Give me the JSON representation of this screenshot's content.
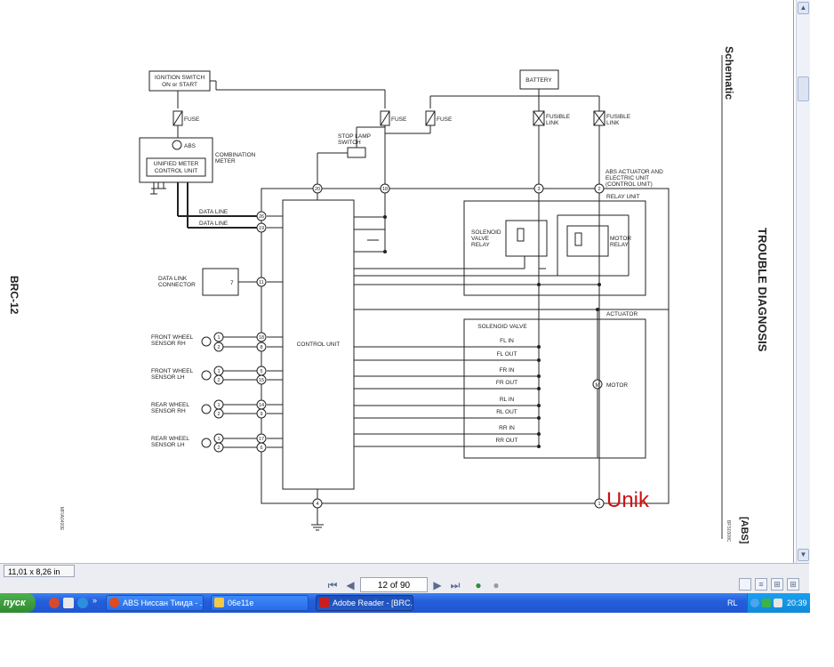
{
  "document": {
    "page_label": "BRC-12",
    "header_right": "Schematic",
    "section_title": "TROUBLE DIAGNOSIS",
    "section_tag": "[ABS]",
    "figure_id": "MFIA0400E",
    "figure_id_right": "BFS0308C",
    "watermark": "Unik"
  },
  "schematic": {
    "ignition_switch": [
      "IGNITION SWITCH",
      "ON or START"
    ],
    "battery": "BATTERY",
    "fuse": "FUSE",
    "fusible_link": [
      "FUSIBLE",
      "LINK"
    ],
    "abs": "ABS",
    "combination_meter": [
      "COMBINATION",
      "METER"
    ],
    "unified_meter": [
      "UNIFIED METER",
      "CONTROL UNIT"
    ],
    "stop_lamp_switch": [
      "STOP LAMP",
      "SWITCH"
    ],
    "abs_actuator": [
      "ABS ACTUATOR AND",
      "ELECTRIC UNIT",
      "(CONTROL UNIT)"
    ],
    "relay_unit": "RELAY UNIT",
    "solenoid_valve_relay": [
      "SOLENOID",
      "VALVE",
      "RELAY"
    ],
    "motor_relay": [
      "MOTOR",
      "RELAY"
    ],
    "data_line": "DATA LINE",
    "data_link_connector": [
      "DATA LINK",
      "CONNECTOR"
    ],
    "dlc_pin": "7",
    "control_unit": "CONTROL UNIT",
    "actuator": "ACTUATOR",
    "solenoid_valve": "SOLENOID VALVE",
    "valves": [
      "FL IN",
      "FL OUT",
      "FR IN",
      "FR OUT",
      "RL IN",
      "RL OUT",
      "RR IN",
      "RR OUT"
    ],
    "motor": "MOTOR",
    "motor_symbol": "M",
    "sensors": [
      {
        "label": [
          "FRONT WHEEL",
          "SENSOR RH"
        ],
        "pins": [
          "1",
          "2"
        ],
        "terms": [
          "18",
          "8"
        ]
      },
      {
        "label": [
          "FRONT WHEEL",
          "SENSOR LH"
        ],
        "pins": [
          "1",
          "2"
        ],
        "terms": [
          "5",
          "15"
        ]
      },
      {
        "label": [
          "REAR WHEEL",
          "SENSOR RH"
        ],
        "pins": [
          "1",
          "2"
        ],
        "terms": [
          "14",
          "9"
        ]
      },
      {
        "label": [
          "REAR WHEEL",
          "SENSOR LH"
        ],
        "pins": [
          "1",
          "2"
        ],
        "terms": [
          "17",
          "6"
        ]
      }
    ],
    "terminals": {
      "t20": "20",
      "t18": "18",
      "t3": "3",
      "t2": "2",
      "t26": "26",
      "t19": "19",
      "t11": "11",
      "t4": "4",
      "t1": "1"
    }
  },
  "viewer": {
    "page_size": "11,01 x 8,26 in",
    "page_indicator": "12 of 90"
  },
  "taskbar": {
    "start_label": "пуск",
    "tasks": [
      "ABS Ниссан Тиида - ...",
      "06e11e",
      "Adobe Reader - [BRC..."
    ],
    "language": "RL",
    "clock": "20:39"
  },
  "colors": {
    "taskbar": "#245edb",
    "start": "#3a9a3a",
    "watermark": "#cc1111",
    "wire": "#222222"
  }
}
